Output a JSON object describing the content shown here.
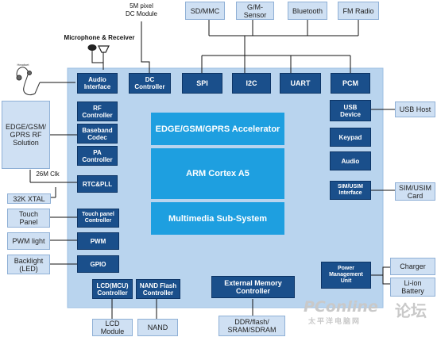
{
  "top_external": {
    "camera": "5M pixel\nDC Module",
    "sd": "SD/MMC",
    "gsensor": "G/M-\nSensor",
    "bluetooth": "Bluetooth",
    "fm": "FM Radio"
  },
  "mic_label": "Microphone & Receiver",
  "headset_label": "Headset",
  "soc_blocks": {
    "audio_interface": "Audio\nInterface",
    "dc_controller": "DC\nController",
    "spi": "SPI",
    "i2c": "I2C",
    "uart": "UART",
    "pcm": "PCM",
    "rf_controller": "RF\nController",
    "baseband_codec": "Baseband\nCodec",
    "pa_controller": "PA\nController",
    "rtc_pll": "RTC&PLL",
    "touch_panel_controller": "Touch panel\nController",
    "pwm": "PWM",
    "gpio": "GPIO",
    "lcd_controller": "LCD(MCU)\nController",
    "nand_controller": "NAND Flash\nController",
    "ext_mem_controller": "External Memory\nController",
    "usb_device": "USB\nDevice",
    "keypad": "Keypad",
    "audio": "Audio",
    "sim_interface": "SIM/USIM\nInterface",
    "pmu": "Power\nManagement\nUnit"
  },
  "core_blocks": {
    "accelerator": "EDGE/GSM/GPRS Accelerator",
    "arm": "ARM Cortex A5",
    "multimedia": "Multimedia Sub-System"
  },
  "left_external": {
    "rf_solution": "EDGE/GSM/\nGPRS RF\nSolution",
    "clk_label": "26M Clk",
    "xtal": "32K XTAL",
    "touch_panel": "Touch\nPanel",
    "pwm_light": "PWM light",
    "backlight": "Backlight\n(LED)"
  },
  "bottom_external": {
    "lcd_module": "LCD\nModule",
    "nand": "NAND",
    "memory": "DDR/flash/\nSRAM/SDRAM"
  },
  "right_external": {
    "usb_host": "USB Host",
    "sim_card": "SIM/USIM\nCard",
    "charger": "Charger",
    "battery": "Li-ion\nBattery"
  },
  "watermark": {
    "brand": "PConline",
    "sub": "太平洋电脑网",
    "forum": "论坛"
  },
  "colors": {
    "soc_bg": "#b9d4ee",
    "block": "#1a4f8b",
    "core": "#1e9fe0",
    "external": "#cfe0f3"
  }
}
